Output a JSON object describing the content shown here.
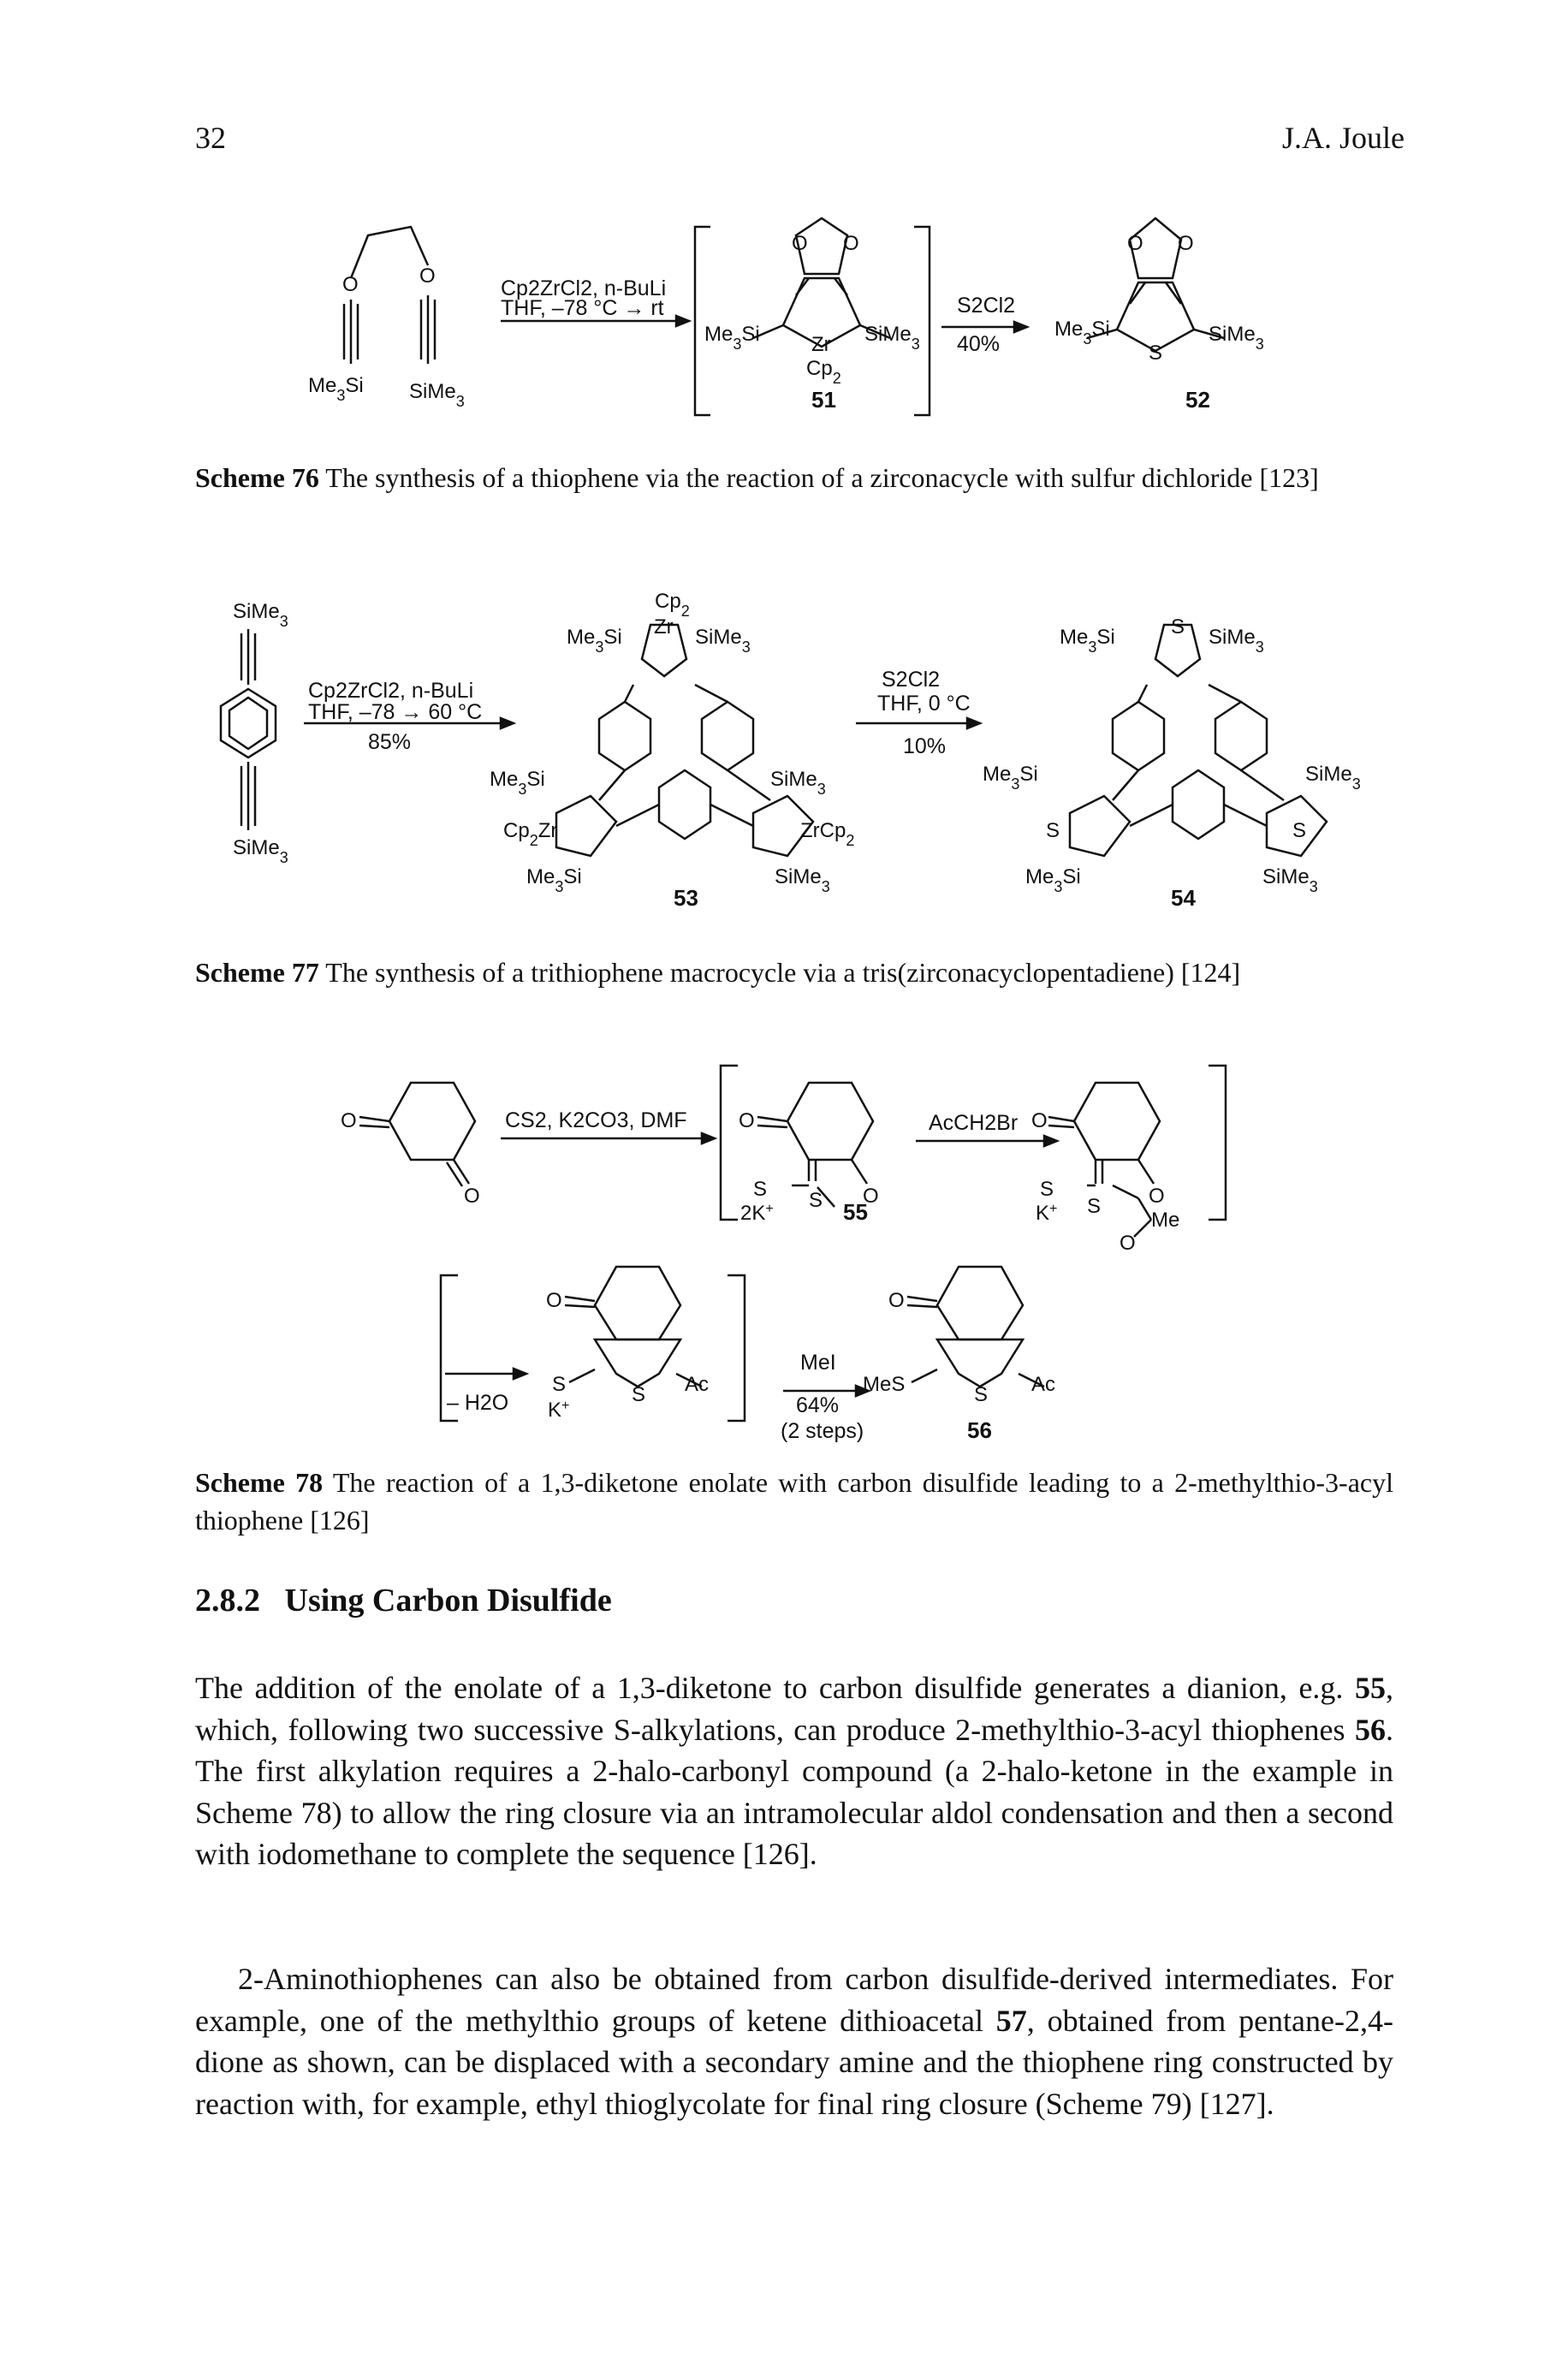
{
  "header": {
    "page_number": "32",
    "running_head": "J.A. Joule"
  },
  "scheme76": {
    "reagent_line1": "Cp2ZrCl2, n-BuLi",
    "reagent_line2": "THF, –78 °C → rt",
    "reagent2": "S2Cl2",
    "yield": "40%",
    "compound_51": "51",
    "compound_52": "52",
    "caption_label": "Scheme 76",
    "caption_text": "The synthesis of a thiophene via the reaction of a zirconacycle with sulfur dichloride [123]"
  },
  "scheme77": {
    "reagent_line1": "Cp2ZrCl2, n-BuLi",
    "reagent_line2": "THF, –78 → 60 °C",
    "yield1": "85%",
    "reagent2_line1": "S2Cl2",
    "reagent2_line2": "THF, 0 °C",
    "yield2": "10%",
    "compound_53": "53",
    "compound_54": "54",
    "caption_label": "Scheme 77",
    "caption_text": "The synthesis of a trithiophene macrocycle via a tris(zirconacyclopentadiene) [124]"
  },
  "scheme78": {
    "reagent1": "CS2, K2CO3, DMF",
    "reagent2": "AcCH2Br",
    "dehydration": "– H2O",
    "reagent3": "MeI",
    "yield": "64%",
    "steps": "(2 steps)",
    "compound_55": "55",
    "compound_56": "56",
    "caption_label": "Scheme 78",
    "caption_text": "The reaction of a 1,3-diketone enolate with carbon disulfide leading to a 2-methylthio-3-acyl thiophene [126]"
  },
  "section": {
    "number": "2.8.2",
    "title": "Using Carbon Disulfide"
  },
  "paragraphs": [
    {
      "t1": "The addition of the enolate of a 1,3-diketone to carbon disulfide generates a dianion, e.g. ",
      "b1": "55",
      "t2": ", which, following two successive S-alkylations, can produce 2-methylthio-3-acyl thiophenes ",
      "b2": "56",
      "t3": ". The first alkylation requires a 2-halo-carbonyl compound (a 2-halo-ketone in the example in Scheme 78) to allow the ring closure via an intramolecular aldol condensation and then a second with iodomethane to complete the sequence [126]."
    },
    {
      "t1": "2-Aminothiophenes can also be obtained from carbon disulfide-derived intermediates. For example, one of the methylthio groups of ketene dithioacetal ",
      "b1": "57",
      "t2": ", obtained from pentane-2,4-dione as shown, can be displaced with a secondary amine and the thiophene ring constructed by reaction with, for example, ethyl thioglycolate for final ring closure (Scheme 79) [127]."
    }
  ]
}
